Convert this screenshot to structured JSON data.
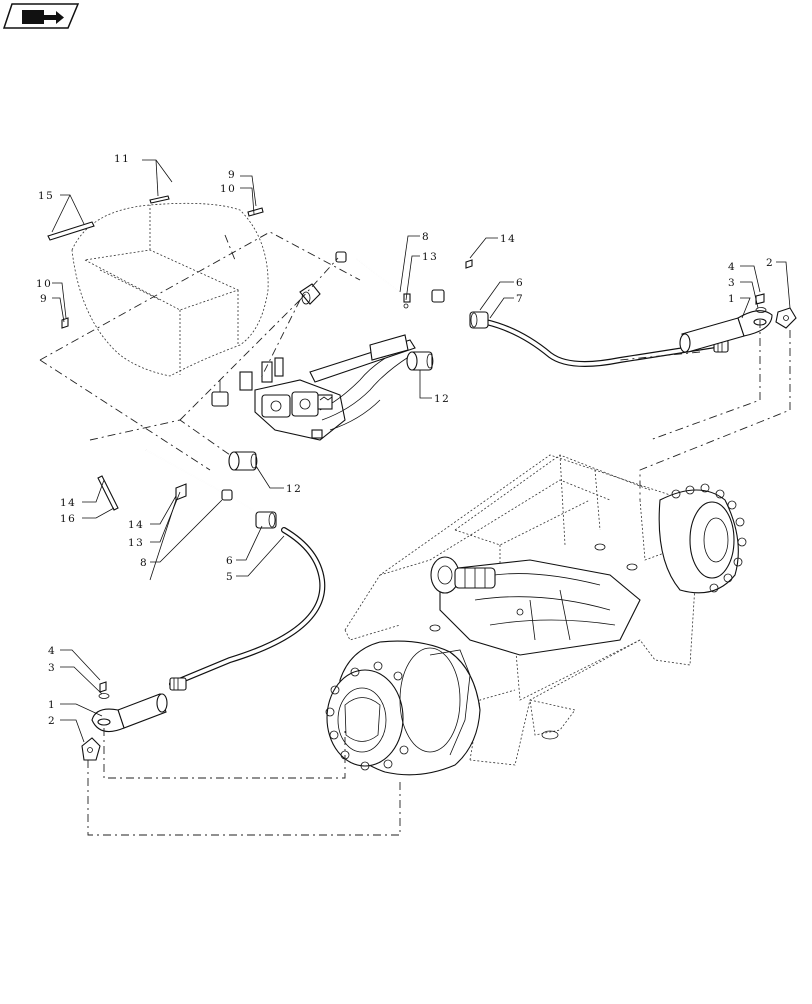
{
  "nav": {
    "icon": "return-arrow-icon"
  },
  "callouts": {
    "c15": "15",
    "c11": "11",
    "c9a": "9",
    "c10a": "10",
    "c10b": "10",
    "c9b": "9",
    "c8a": "8",
    "c13a": "13",
    "c14a": "14",
    "c6a": "6",
    "c7": "7",
    "c4a": "4",
    "c3a": "3",
    "c1a": "1",
    "c2a": "2",
    "c12a": "12",
    "c12b": "12",
    "c14b": "14",
    "c16": "16",
    "c14c": "14",
    "c13b": "13",
    "c8b": "8",
    "c6b": "6",
    "c5": "5",
    "c4b": "4",
    "c3b": "3",
    "c1b": "1",
    "c2b": "2"
  }
}
